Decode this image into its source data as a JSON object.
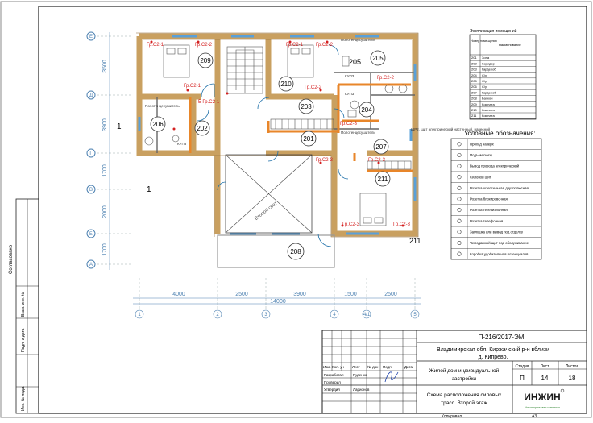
{
  "drawing": {
    "dims_bottom": [
      "4000",
      "2500",
      "3900",
      "1500",
      "2500"
    ],
    "dim_total": "14000",
    "dims_left": [
      "3500",
      "3900",
      "1700",
      "2000",
      "1700"
    ],
    "axes_cols": [
      "1",
      "2",
      "3",
      "4",
      "4/1",
      "5"
    ],
    "axes_rows": [
      "Е",
      "Д",
      "Г",
      "В",
      "Б",
      "А"
    ],
    "room_numbers": [
      "209",
      "210",
      "205",
      "203",
      "206",
      "202",
      "204",
      "201",
      "207",
      "211",
      "208"
    ],
    "circuit_labels": [
      "Гр.С2-1",
      "Гр.С2-2",
      "Гр.С2-1",
      "Гр.С2-2",
      "Гр.С2-1",
      "5-Гр.С2-1",
      "Гр.С2-2",
      "Гр.С2-2",
      "Гр.С2-3",
      "Гр.С2-3",
      "Гр.С2-3",
      "Гр.С2-3",
      "Гр.С2-3"
    ],
    "tag_205": "205",
    "tag_211": "211",
    "side_mark": "1",
    "mid_mark": "1",
    "light_label": "Второй свет",
    "shield_label": "ЩР2, щит электрический настенный, навесной",
    "kvl_labels": [
      "КУП3",
      "КУП3",
      "КУП3"
    ],
    "small_notes": [
      "Полотенцесушитель",
      "Полотенцесушитель",
      "Полотенцесушитель"
    ]
  },
  "explication": {
    "title": "Экспликация помещений",
    "header_num": "Номер поме-щения",
    "header_name": "Наименование",
    "rows": [
      {
        "num": "201",
        "name": "Зона"
      },
      {
        "num": "202",
        "name": "Коридор"
      },
      {
        "num": "203",
        "name": "Гардероб"
      },
      {
        "num": "204",
        "name": "С/у"
      },
      {
        "num": "205",
        "name": "С/у"
      },
      {
        "num": "206",
        "name": "С/у"
      },
      {
        "num": "207",
        "name": "Гардероб"
      },
      {
        "num": "208",
        "name": "Балкон"
      },
      {
        "num": "209",
        "name": "Комната"
      },
      {
        "num": "210",
        "name": "Комната"
      },
      {
        "num": "211",
        "name": "Комната"
      }
    ]
  },
  "legend": {
    "title": "Условные обозначения:",
    "items": [
      "Проход наверх",
      "Подъем снизу",
      "Вывод провода электрический",
      "Силовой щит",
      "Розетка штепсельная двухполюсная",
      "Розетка блокировочная",
      "Розетка телевизионная",
      "Розетка телефонная",
      "Заглушка или вывод под отделку",
      "Чемоданный щит под обслуживание",
      "Коробка удобительная потенциалов"
    ]
  },
  "title_block": {
    "code": "П-216/2017-ЭМ",
    "location": "Владимирская обл. Киржачский р-н вблизи д. Кипрево.",
    "object": "Жилой дом индивидуальной застройки",
    "sheet_title": "Схема расположения силовых трасс. Второй этаж",
    "col_headers": [
      "Изм.",
      "Кол. уч",
      "Лист",
      "№ док",
      "Подп.",
      "Дата"
    ],
    "roles": [
      "Разработал",
      "Проверил",
      "Утвердил"
    ],
    "names": [
      "Руденко",
      "",
      "Ларионов"
    ],
    "stage_header": "Стадия",
    "sheet_header": "Лист",
    "sheets_header": "Листов",
    "stage": "П",
    "sheet": "14",
    "sheets": "18",
    "logo": "ИНЖИН",
    "logo_sub": "Инжиниринговая компания",
    "copied": "Копировал",
    "format": "А3"
  },
  "left_stamp": {
    "agreed": "Согласовано",
    "inv_replace": "Взам. инв. №",
    "sign_date": "Подп. и дата",
    "inv_orig": "Инв. № подл."
  }
}
